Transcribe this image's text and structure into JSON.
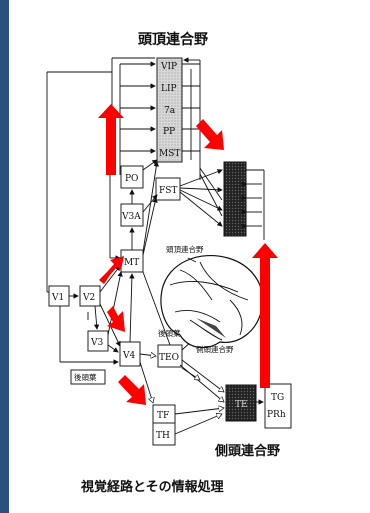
{
  "slide": {
    "title_parietal": "頭頂連合野",
    "title_temporal": "側頭連合野",
    "caption": "視覚経路とその情報処理"
  },
  "diagram": {
    "areas": {
      "vip": "VIP",
      "lip": "LIP",
      "a7": "7a",
      "pp": "PP",
      "mst": "MST",
      "po": "PO",
      "fst": "FST",
      "v3a": "V3A",
      "mt": "MT",
      "v1": "V1",
      "v2": "V2",
      "v3": "V3",
      "v4": "V4",
      "teo": "TEO",
      "tf": "TF",
      "th": "TH",
      "te": "TE",
      "tg": "TG",
      "prh": "PRh"
    },
    "brain_labels": {
      "parietal": "頭頂連合野",
      "occipital": "後頭葉",
      "temporal": "側頭連合野"
    },
    "side_label": "後頭葉"
  },
  "colors": {
    "arrow": "#ff0000",
    "sidebar": "#2b4f7e",
    "stts": "#111111"
  }
}
